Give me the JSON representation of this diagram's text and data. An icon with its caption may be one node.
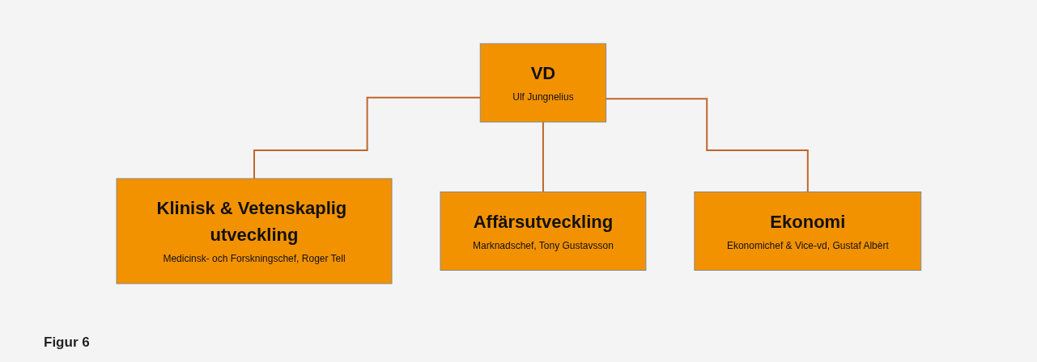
{
  "diagram": {
    "caption": "Figur 6",
    "nodes": [
      {
        "text": [
          "VD",
          "Ulf Jungnelius"
        ]
      },
      {
        "text": [
          "Klinisk & Vetenskaplig utveckling",
          "Medicinsk- och Forskningschef, Roger Tell"
        ]
      },
      {
        "text": [
          "Affärsutveckling",
          "Marknadschef, Tony Gustavsson"
        ]
      },
      {
        "text": [
          "Ekonomi",
          "Ekonomichef & Vice-vd, Gustaf Albèrt"
        ]
      }
    ],
    "edges": [
      {
        "from": 0,
        "to": 1,
        "arrow": "none"
      },
      {
        "from": 0,
        "to": 2,
        "arrow": "none"
      },
      {
        "from": 0,
        "to": 3,
        "arrow": "none"
      }
    ]
  }
}
